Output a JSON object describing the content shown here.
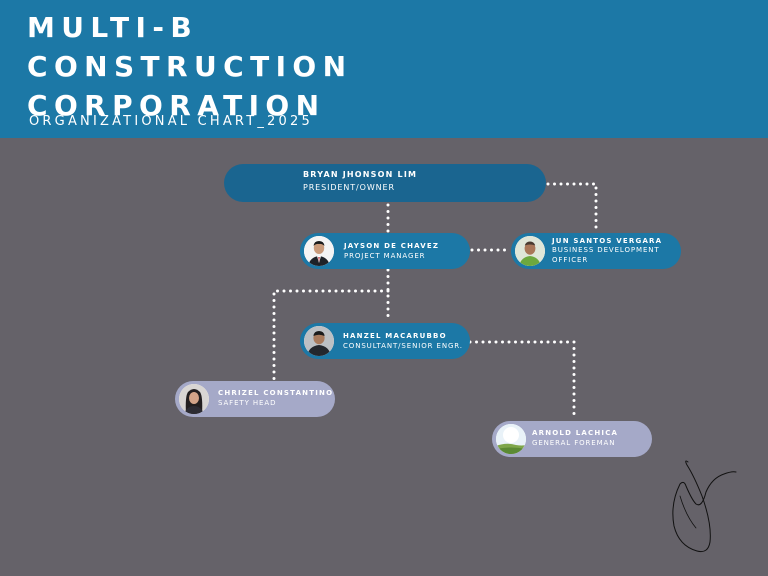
{
  "header": {
    "title_lines": [
      "MULTI-B",
      "CONSTRUCTION",
      "CORPORATION"
    ],
    "subtitle": "ORGANIZATIONAL CHART_2025"
  },
  "colors": {
    "header_bg": "#1c78a6",
    "canvas_bg": "#656269",
    "node_blue": "#1c78a6",
    "node_lavender": "#a5a9c8",
    "connector": "#ffffff"
  },
  "nodes": {
    "president": {
      "name": "BRYAN JHONSON LIM",
      "role": "PRESIDENT/OWNER"
    },
    "project_manager": {
      "name": "JAYSON DE CHAVEZ",
      "role": "PROJECT MANAGER",
      "avatar_icon": "person-photo-icon"
    },
    "bdo": {
      "name": "JUN SANTOS VERGARA",
      "role_lines": [
        "BUSINESS DEVELOPMENT",
        "OFFICER"
      ],
      "avatar_icon": "person-photo-icon"
    },
    "consultant": {
      "name": "HANZEL MACARUBBO",
      "role": "CONSULTANT/SENIOR ENGR.",
      "avatar_icon": "person-photo-icon"
    },
    "safety_head": {
      "name": "CHRIZEL CONSTANTINO",
      "role": "SAFETY HEAD",
      "avatar_icon": "person-photo-icon"
    },
    "general_foreman": {
      "name": "ARNOLD LACHICA",
      "role": "GENERAL FOREMAN",
      "avatar_icon": "landscape-placeholder-icon"
    }
  },
  "signature": {
    "icon": "handwritten-signature"
  }
}
